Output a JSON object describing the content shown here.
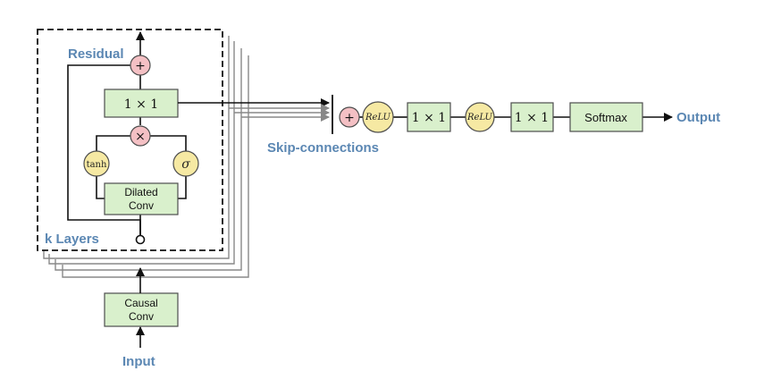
{
  "labels": {
    "residual": "Residual",
    "k_layers": "k Layers",
    "skip_connections": "Skip-connections",
    "output": "Output",
    "input": "Input"
  },
  "layer": {
    "conv_1x1": "1 × 1",
    "dilated_conv_line1": "Dilated",
    "dilated_conv_line2": "Conv",
    "tanh": "tanh",
    "sigma": "σ",
    "plus": "+",
    "times": "×"
  },
  "causal_conv": {
    "line1": "Causal",
    "line2": "Conv"
  },
  "head": {
    "plus": "+",
    "relu_1": "ReLU",
    "conv_1": "1 × 1",
    "relu_2": "ReLU",
    "conv_2": "1 × 1",
    "softmax": "Softmax"
  },
  "colors": {
    "label_blue": "#5b87b3",
    "box_green": "#d9f0cc",
    "op_pink": "#f4c0c4",
    "activation_yellow": "#f6e9a3"
  }
}
